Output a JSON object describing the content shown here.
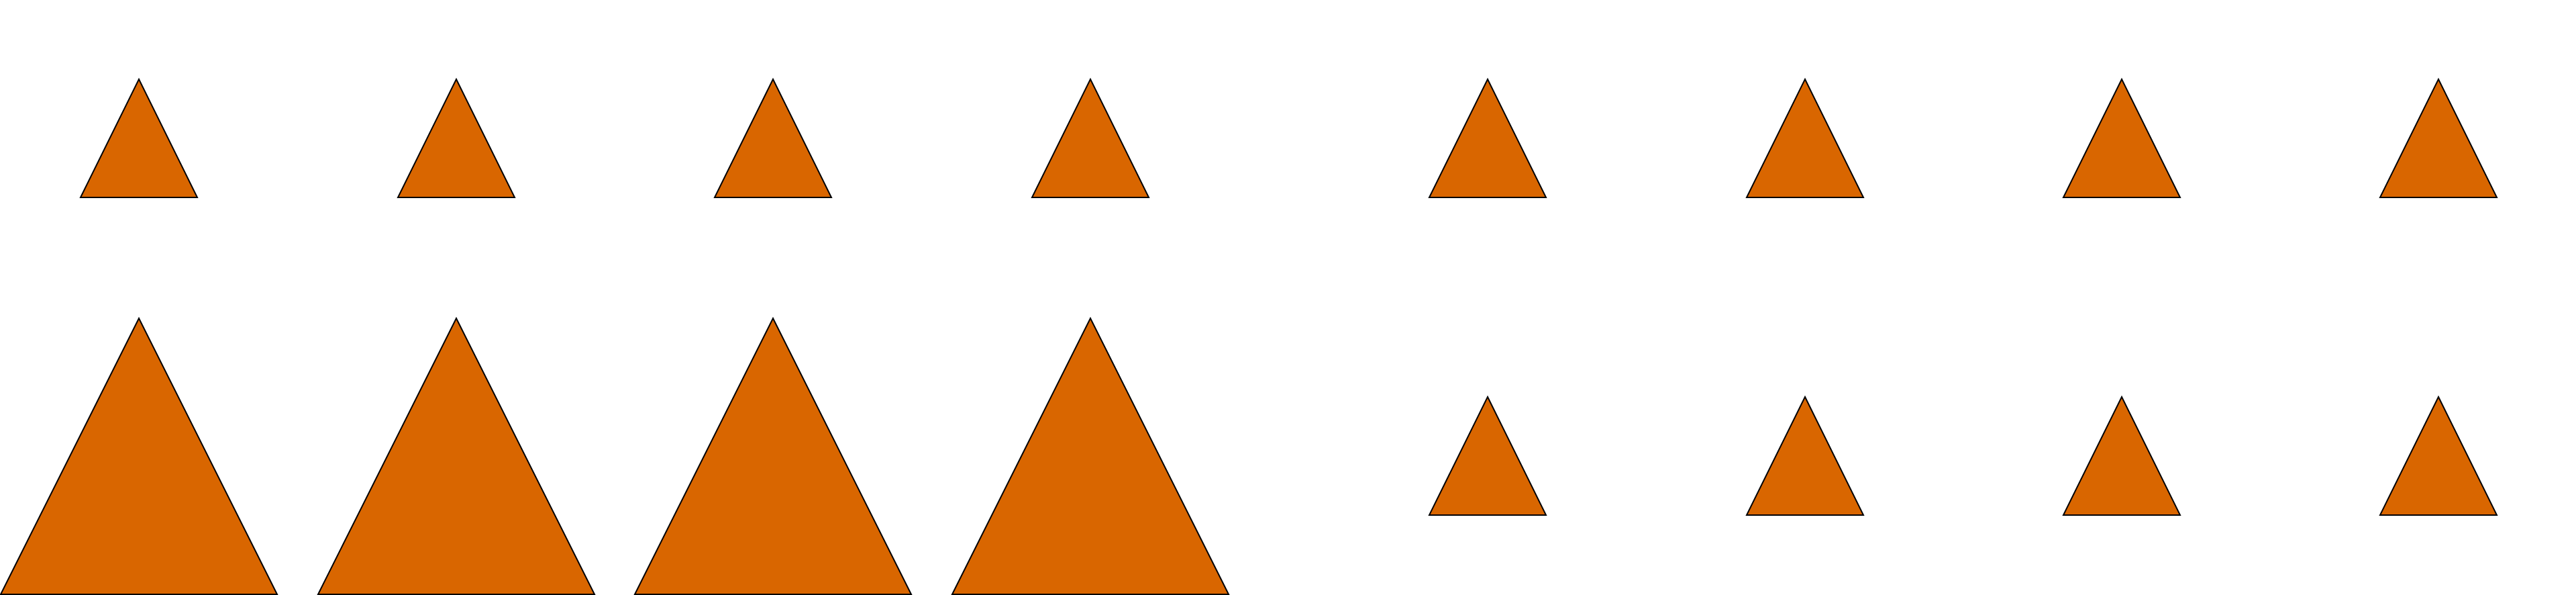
{
  "colors": {
    "background": "#ffffff",
    "triangle_fill": "#d96600",
    "triangle_stroke": "#000000"
  },
  "shape": "triangle-icon",
  "groups": {
    "left": {
      "rows": [
        {
          "row": "top",
          "count": 4,
          "size": "small"
        },
        {
          "row": "bottom",
          "count": 4,
          "size": "large"
        }
      ]
    },
    "right": {
      "rows": [
        {
          "row": "top",
          "count": 4,
          "size": "small"
        },
        {
          "row": "bottom",
          "count": 4,
          "size": "small"
        }
      ]
    }
  }
}
